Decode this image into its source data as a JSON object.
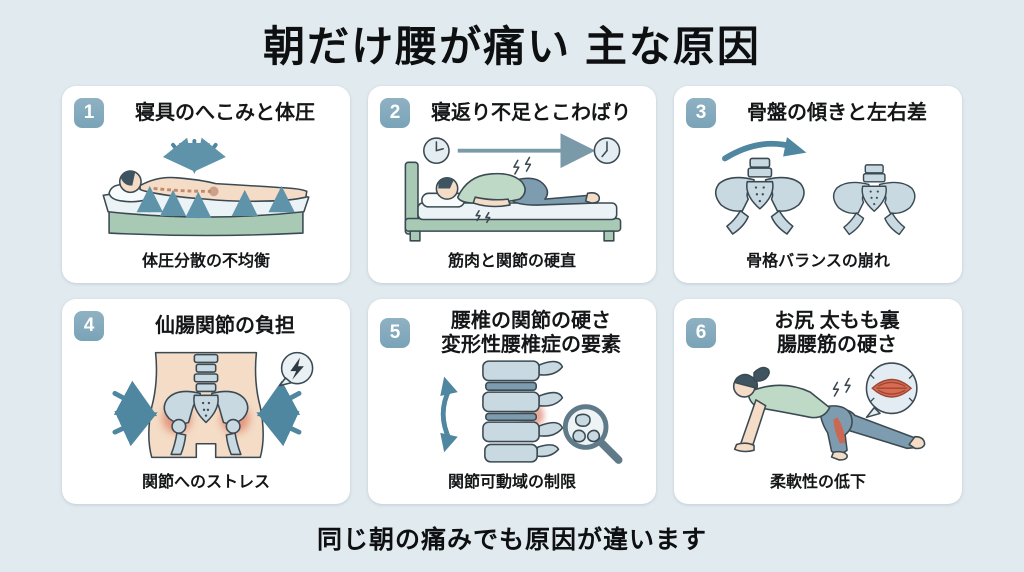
{
  "page": {
    "title": "朝だけ腰が痛い 主な原因",
    "footer": "同じ朝の痛みでも原因が違います"
  },
  "colors": {
    "background": "#e0eaef",
    "card": "#ffffff",
    "badge_blue": "#7aa3b7",
    "text": "#141617",
    "arrow_teal": "#4f86a0",
    "bone_blue": "#c9d9e1",
    "skin": "#f4dcc6",
    "green": "#a8c9b4",
    "pain_red": "#d85f43"
  },
  "cards": [
    {
      "number": "1",
      "title": "寝具のへこみと体圧",
      "caption": "体圧分散の不均衡",
      "illustration": "person-lying-on-sagging-mattress-with-pressure-arrows"
    },
    {
      "number": "2",
      "title": "寝返り不足とこわばり",
      "caption": "筋肉と関節の硬直",
      "illustration": "person-sleeping-in-bed-with-two-clocks-and-time-arrow"
    },
    {
      "number": "3",
      "title": "骨盤の傾きと左右差",
      "caption": "骨格バランスの崩れ",
      "illustration": "two-pelvis-bones-with-tilt-arrow"
    },
    {
      "number": "4",
      "title": "仙腸関節の負担",
      "caption": "関節へのストレス",
      "illustration": "pelvis-in-torso-with-red-pain-spots-and-arrows"
    },
    {
      "number": "5",
      "title": "腰椎の関節の硬さ\n変形性腰椎症の要素",
      "caption": "関節可動域の制限",
      "illustration": "lumbar-vertebrae-with-motion-arrow-and-magnifier"
    },
    {
      "number": "6",
      "title": "お尻 太もも裏\n腸腰筋の硬さ",
      "caption": "柔軟性の低下",
      "illustration": "woman-lunge-stretch-with-tight-muscle-bubble"
    }
  ]
}
